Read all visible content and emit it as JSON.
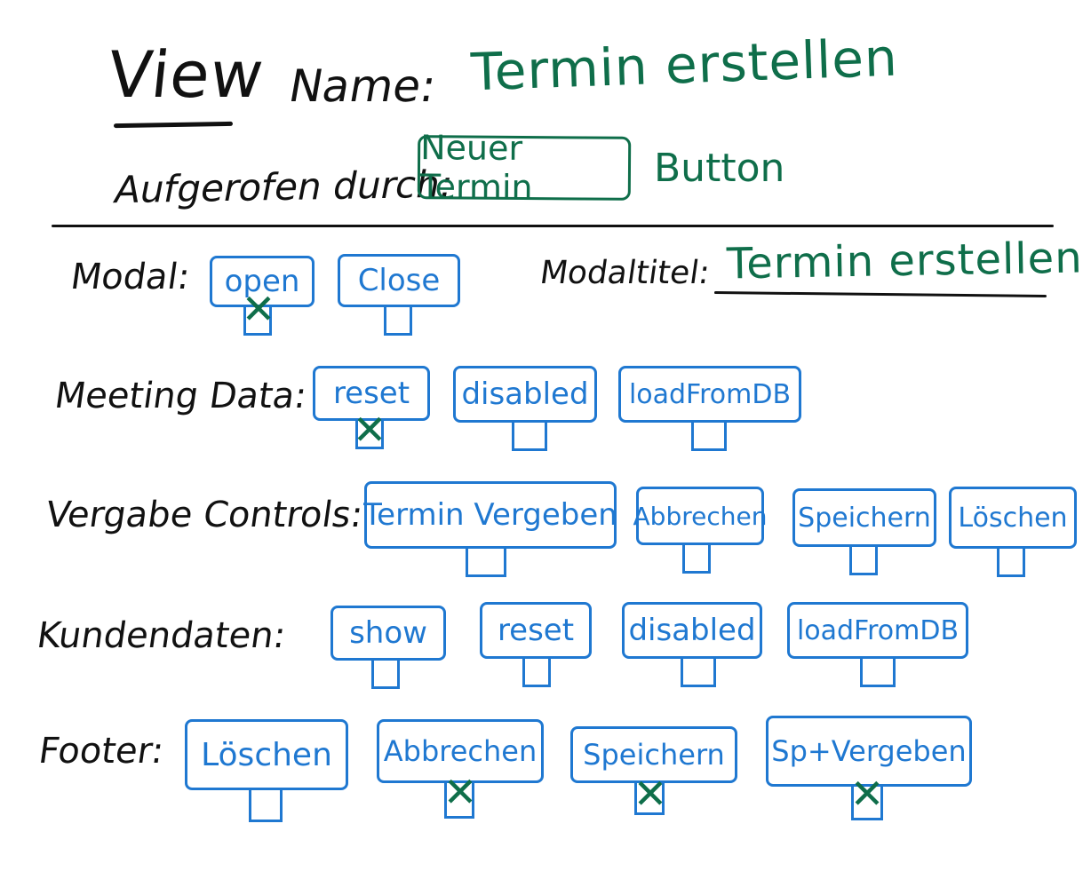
{
  "colors": {
    "ink": "#111111",
    "green": "#0f6e4a",
    "blue": "#1f78d1"
  },
  "header": {
    "view_word": "View",
    "name_label": "Name:",
    "name_value": "Termin erstellen",
    "called_label": "Aufgerofen durch:",
    "called_button": "Neuer Termin",
    "called_suffix": "Button"
  },
  "modal": {
    "label": "Modal:",
    "states": [
      {
        "label": "open",
        "checked": true
      },
      {
        "label": "Close",
        "checked": false
      }
    ],
    "title_label": "Modaltitel:",
    "title_value": "Termin erstellen"
  },
  "meeting": {
    "label": "Meeting Data:",
    "states": [
      {
        "label": "reset",
        "checked": true
      },
      {
        "label": "disabled",
        "checked": false
      },
      {
        "label": "loadFromDB",
        "checked": false
      }
    ]
  },
  "vergabe": {
    "label": "Vergabe Controls:",
    "states": [
      {
        "label": "Termin Vergeben",
        "checked": false
      },
      {
        "label": "Abbrechen",
        "checked": false
      },
      {
        "label": "Speichern",
        "checked": false
      },
      {
        "label": "Löschen",
        "checked": false
      }
    ]
  },
  "kunden": {
    "label": "Kundendaten:",
    "states": [
      {
        "label": "show",
        "checked": false
      },
      {
        "label": "reset",
        "checked": false
      },
      {
        "label": "disabled",
        "checked": false
      },
      {
        "label": "loadFromDB",
        "checked": false
      }
    ]
  },
  "footer": {
    "label": "Footer:",
    "states": [
      {
        "label": "Löschen",
        "checked": false
      },
      {
        "label": "Abbrechen",
        "checked": true
      },
      {
        "label": "Speichern",
        "checked": true
      },
      {
        "label": "Sp+Vergeben",
        "checked": true
      }
    ]
  }
}
